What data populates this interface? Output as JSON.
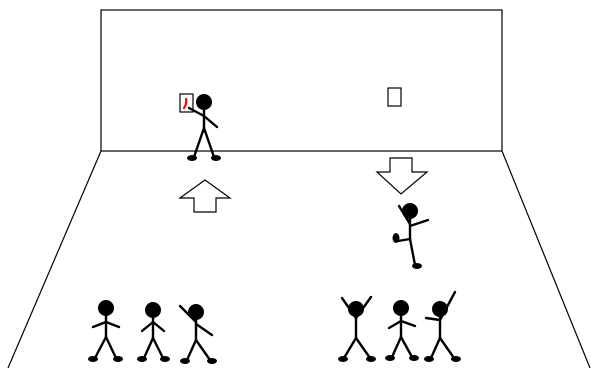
{
  "colors": {
    "background": "#ffffff",
    "line": "#000000",
    "figure": "#000000",
    "arrow_fill": "#ffffff",
    "card_fill": "#ffffff",
    "card_accent": "#ff0000"
  },
  "scene": {
    "wall": "rectangle-wall",
    "floor": "perspective-floor-lines",
    "arrows": [
      {
        "name": "up-arrow",
        "direction": "up"
      },
      {
        "name": "down-arrow",
        "direction": "down"
      }
    ],
    "cards": [
      {
        "name": "wall-card-left",
        "style": "with-red-mark"
      },
      {
        "name": "wall-card-right",
        "style": "plain"
      }
    ],
    "figures": {
      "wall_person": 1,
      "moving_person": 1,
      "left_group": 3,
      "right_group": 3
    }
  }
}
